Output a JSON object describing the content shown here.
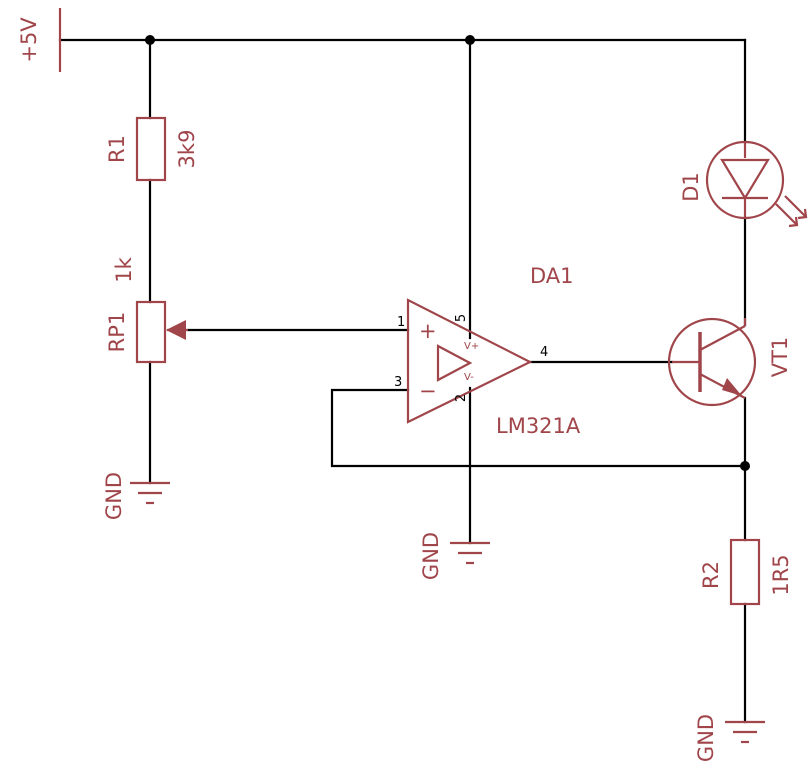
{
  "labels": {
    "supply": "+5V",
    "r1_name": "R1",
    "r1_value": "3k9",
    "rp1_value": "1k",
    "rp1_name": "RP1",
    "gnd_left": "GND",
    "gnd_mid": "GND",
    "gnd_right": "GND",
    "da1_name": "DA1",
    "da1_value": "LM321A",
    "d1_name": "D1",
    "vt1_name": "VT1",
    "r2_name": "R2",
    "r2_value": "1R5"
  },
  "opamp": {
    "pin_noninv": "1",
    "pin_inv": "3",
    "pin_out": "4",
    "pin_vplus": "5",
    "pin_vminus": "2",
    "vplus_label": "V+",
    "vminus_label": "V-",
    "plus_sign": "+",
    "minus_sign": "−"
  },
  "colors": {
    "wire": "#000000",
    "component": "#a0464b",
    "background": "#ffffff"
  }
}
